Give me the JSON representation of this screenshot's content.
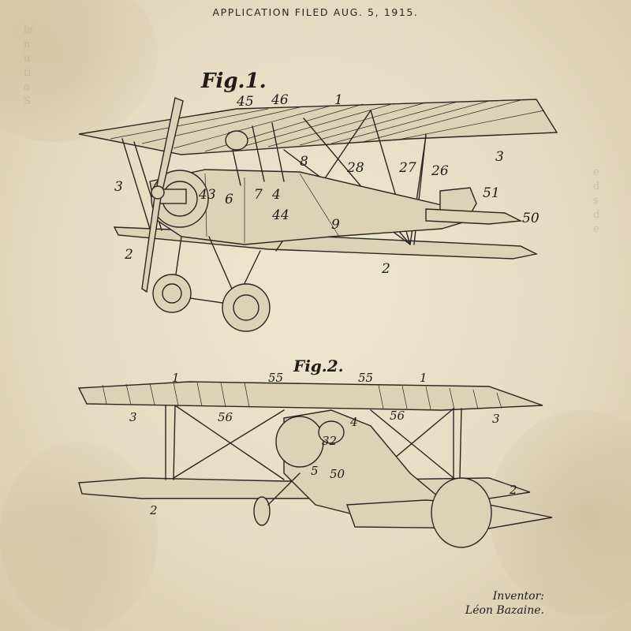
{
  "header": {
    "application_filed": "APPLICATION FILED AUG. 5, 1915."
  },
  "figures": [
    {
      "label": "Fig.1."
    },
    {
      "label": "Fig.2."
    }
  ],
  "fig1_refs": [
    "1",
    "45",
    "46",
    "3",
    "3",
    "8",
    "28",
    "27",
    "26",
    "51",
    "43",
    "6",
    "7",
    "4",
    "44",
    "9",
    "50",
    "2",
    "2"
  ],
  "fig2_refs": [
    "1",
    "55",
    "55",
    "1",
    "3",
    "56",
    "4",
    "56",
    "3",
    "32",
    "5",
    "50",
    "2",
    "2"
  ],
  "inventor": {
    "title": "Inventor:",
    "name": "Léon Bazaine."
  },
  "colors": {
    "paper": "#e9dfc9",
    "ink": "#2b2520"
  }
}
